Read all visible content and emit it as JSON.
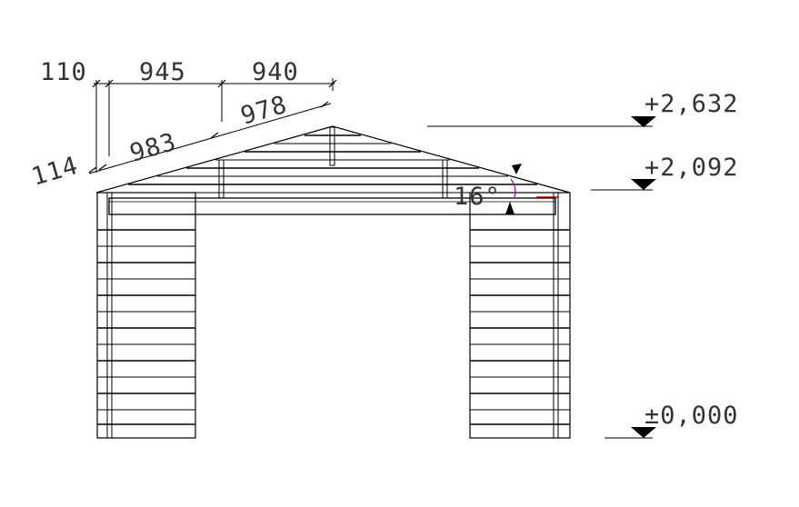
{
  "dimensions": {
    "horizontal": [
      "110",
      "945",
      "940"
    ],
    "sloped": [
      "114",
      "983",
      "978"
    ]
  },
  "angle": {
    "label": "16°",
    "marker_color": "#a000a0"
  },
  "levels": [
    {
      "label": "+2,632"
    },
    {
      "label": "+2,092"
    },
    {
      "label": "±0,000"
    }
  ],
  "colors": {
    "line": "#000000",
    "text": "#333333",
    "ridge_accent": "#cc0000"
  }
}
